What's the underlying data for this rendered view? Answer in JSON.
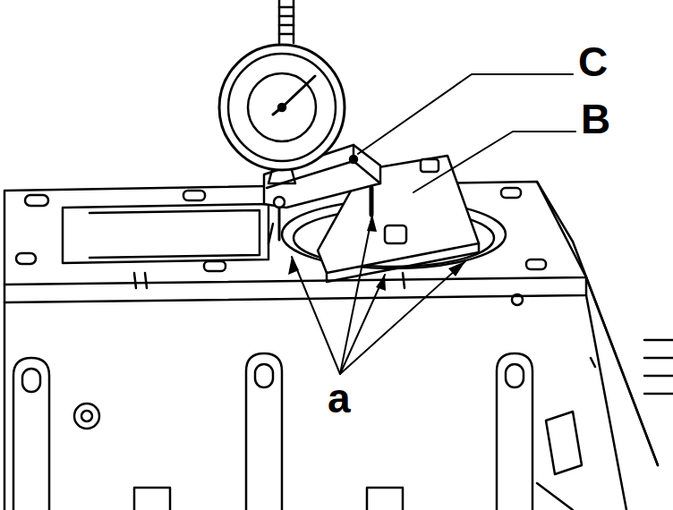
{
  "diagram": {
    "labels": [
      "C",
      "B",
      "a"
    ]
  }
}
